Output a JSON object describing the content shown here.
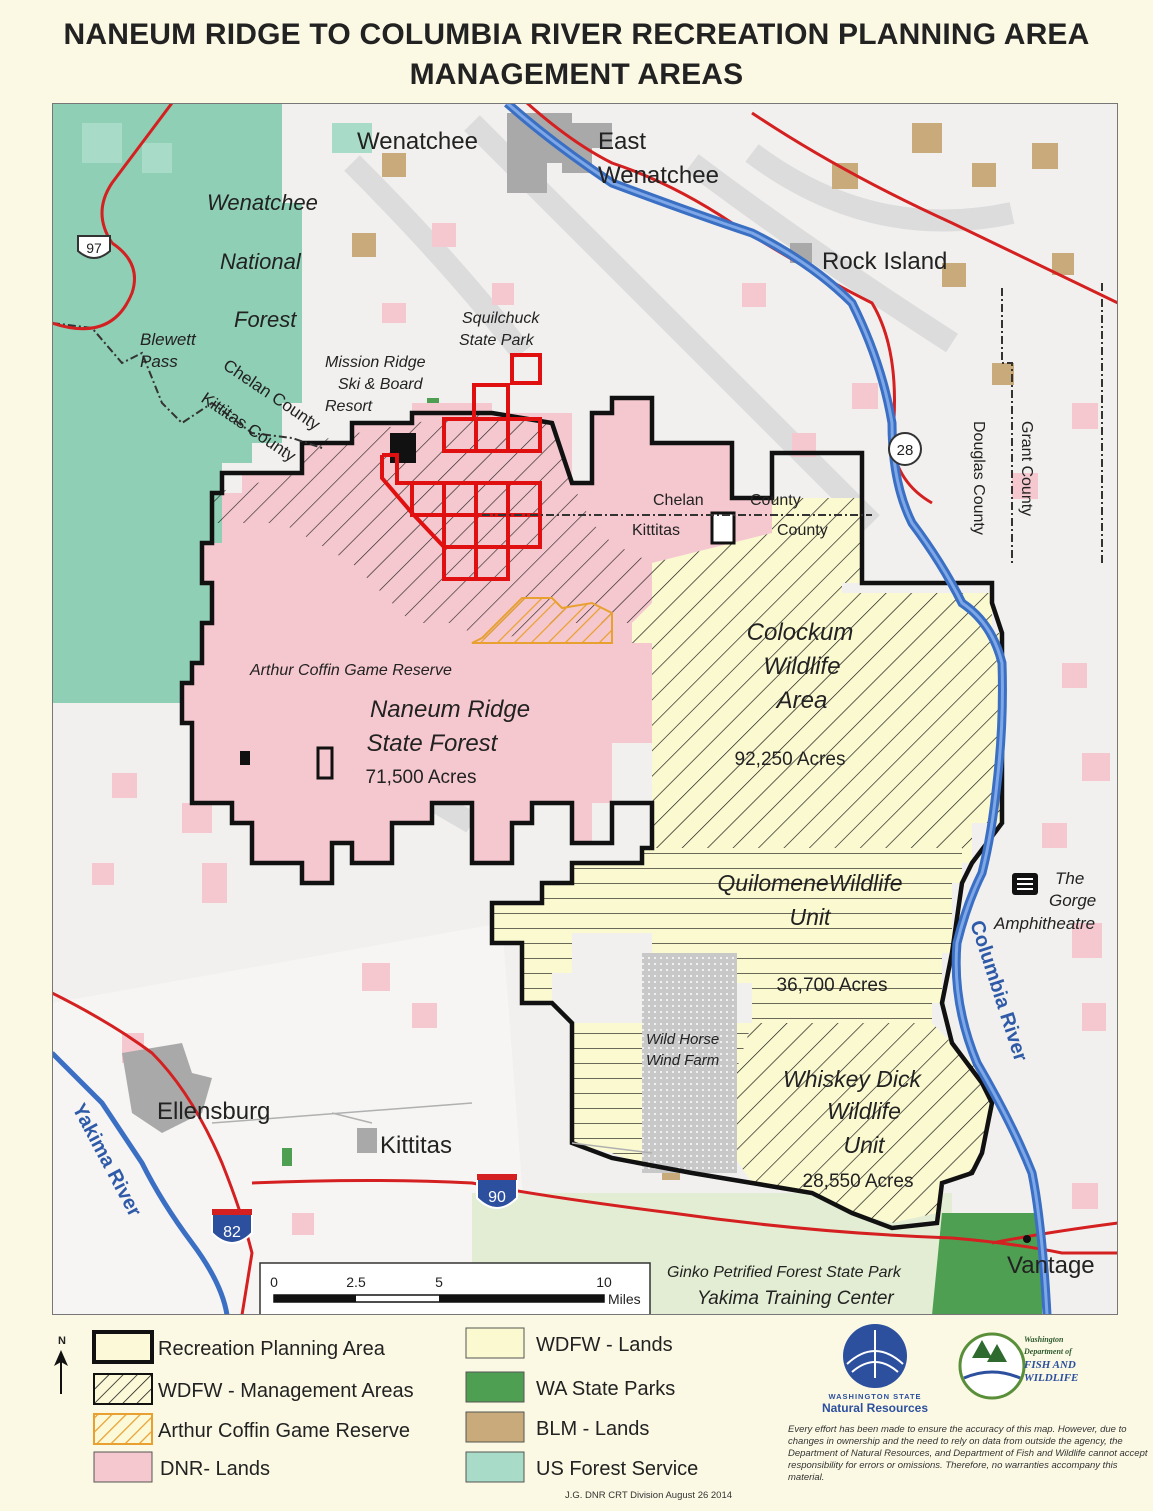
{
  "title": {
    "line1": "NANEUM RIDGE TO COLUMBIA RIVER RECREATION PLANNING AREA",
    "line2": "MANAGEMENT AREAS"
  },
  "places": {
    "wenatchee": "Wenatchee",
    "east_wenatchee_1": "East",
    "east_wenatchee_2": "Wenatchee",
    "rock_island": "Rock Island",
    "ellensburg": "Ellensburg",
    "kittitas_town": "Kittitas",
    "vantage": "Vantage"
  },
  "forest": {
    "line1": "Wenatchee",
    "line2": "National",
    "line3": "Forest"
  },
  "features": {
    "blewett_1": "Blewett",
    "blewett_2": "Pass",
    "squilchuck_1": "Squilchuck",
    "squilchuck_2": "State Park",
    "mission_1": "Mission Ridge",
    "mission_2": "Ski & Board",
    "mission_3": "Resort",
    "arthur_coffin": "Arthur Coffin Game Reserve",
    "ginkgo": "Ginko Petrified Forest State Park",
    "yakima_training": "Yakima Training Center",
    "gorge_1": "The",
    "gorge_2": "Gorge",
    "gorge_3": "Amphitheatre",
    "wild_horse_1": "Wild Horse",
    "wild_horse_2": "Wind Farm"
  },
  "counties": {
    "chelan_county_diag": "Chelan County",
    "kittitas_county_diag": "Kittitas County",
    "chelan": "Chelan",
    "kittitas": "Kittitas",
    "county_1": "County",
    "county_2": "County",
    "douglas": "Douglas County",
    "grant": "Grant County"
  },
  "areas": {
    "naneum_1": "Naneum Ridge",
    "naneum_2": "State Forest",
    "naneum_acres": "71,500 Acres",
    "colockum_1": "Colockum",
    "colockum_2": "Wildlife",
    "colockum_3": "Area",
    "colockum_acres": "92,250 Acres",
    "quilomene_1": "QuilomeneWildlife",
    "quilomene_2": "Unit",
    "quilomene_acres": "36,700 Acres",
    "whiskey_1": "Whiskey Dick",
    "whiskey_2": "Wildlife",
    "whiskey_3": "Unit",
    "whiskey_acres": "28,550 Acres"
  },
  "rivers": {
    "columbia": "Columbia River",
    "yakima": "Yakima River"
  },
  "highways": {
    "h97": "97",
    "h28": "28",
    "i82": "82",
    "i90": "90"
  },
  "scale": {
    "t0": "0",
    "t1": "2.5",
    "t2": "5",
    "t3": "10",
    "unit": "Miles"
  },
  "legend": [
    {
      "label": "Recreation Planning Area",
      "color": "#fbf9d8"
    },
    {
      "label": "WDFW - Management Areas",
      "color": "#fbf9d8"
    },
    {
      "label": "Arthur Coffin Game Reserve",
      "color": "#fbf9d8"
    },
    {
      "label": "DNR- Lands",
      "color": "#f5c8cf"
    },
    {
      "label": "WDFW - Lands",
      "color": "#fbf9d0"
    },
    {
      "label": "WA State Parks",
      "color": "#4f9f53"
    },
    {
      "label": "BLM - Lands",
      "color": "#c9aa7a"
    },
    {
      "label": "US Forest Service",
      "color": "#a9dcc8"
    }
  ],
  "north": "N",
  "logos": {
    "dnr_1": "WASHINGTON STATE",
    "dnr_2": "Natural Resources",
    "wdfw_1": "Washington",
    "wdfw_2": "Department of",
    "wdfw_3": "FISH AND",
    "wdfw_4": "WILDLIFE"
  },
  "disclaimer": "Every effort has been made to ensure the accuracy of this map. However, due to changes in ownership and the need to rely on data from outside the agency, the Department of Natural Resources, and Department of Fish and Wildlife cannot accept responsibility for errors or omissions. Therefore, no warranties accompany this material.",
  "credit": "J.G. DNR CRT Division August 26 2014",
  "colors": {
    "dnr": "#f5c8cf",
    "wdfw": "#fbf9d0",
    "parks": "#4f9f53",
    "blm": "#c9aa7a",
    "usfs": "#8fcfb5",
    "river": "#3a6fc4",
    "road": "#d42020",
    "reserve": "#e8a030",
    "mission": "#e01010"
  }
}
